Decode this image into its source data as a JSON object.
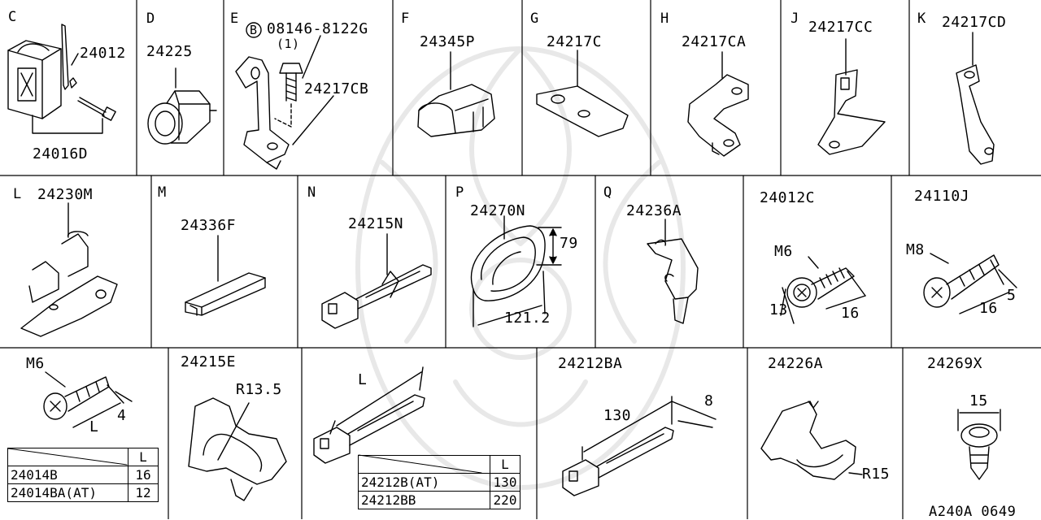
{
  "cells": {
    "C": {
      "letter": "C",
      "parts": [
        "24012",
        "24016D"
      ]
    },
    "D": {
      "letter": "D",
      "parts": [
        "24225"
      ]
    },
    "E": {
      "letter": "E",
      "bolt_symbol": "B",
      "bolt_part": "08146-8122G",
      "bolt_qty": "(1)",
      "parts": [
        "24217CB"
      ]
    },
    "F": {
      "letter": "F",
      "parts": [
        "24345P"
      ]
    },
    "G": {
      "letter": "G",
      "parts": [
        "24217C"
      ]
    },
    "H": {
      "letter": "H",
      "parts": [
        "24217CA"
      ]
    },
    "J": {
      "letter": "J",
      "parts": [
        "24217CC"
      ]
    },
    "K": {
      "letter": "K",
      "parts": [
        "24217CD"
      ]
    },
    "L": {
      "letter": "L",
      "parts": [
        "24230M"
      ]
    },
    "M": {
      "letter": "M",
      "parts": [
        "24336F"
      ]
    },
    "N": {
      "letter": "N",
      "parts": [
        "24215N"
      ]
    },
    "P": {
      "letter": "P",
      "parts": [
        "24270N"
      ],
      "dims": [
        "79",
        "121.2"
      ]
    },
    "Q": {
      "letter": "Q",
      "parts": [
        "24236A"
      ]
    },
    "R1": {
      "parts": [
        "24012C"
      ],
      "thread": "M6",
      "dims": [
        "13",
        "16"
      ]
    },
    "R2": {
      "parts": [
        "24110J"
      ],
      "thread": "M8",
      "dims": [
        "16",
        "5"
      ]
    },
    "S1": {
      "thread": "M6",
      "dims": [
        "L",
        "4"
      ],
      "table": {
        "header": "L",
        "rows": [
          [
            "24014B",
            "16"
          ],
          [
            "24014BA(AT)",
            "12"
          ]
        ]
      }
    },
    "S2": {
      "parts": [
        "24215E"
      ],
      "dims": [
        "R13.5"
      ]
    },
    "S3": {
      "dims": [
        "L"
      ],
      "table": {
        "header": "L",
        "rows": [
          [
            "24212B(AT)",
            "130"
          ],
          [
            "24212BB",
            "220"
          ]
        ]
      }
    },
    "S4": {
      "parts": [
        "24212BA"
      ],
      "dims": [
        "130",
        "8"
      ]
    },
    "S5": {
      "parts": [
        "24226A"
      ],
      "dims": [
        "R15"
      ]
    },
    "S6": {
      "parts": [
        "24269X"
      ],
      "dims": [
        "15"
      ]
    }
  },
  "diagram_code": "A240A 0649"
}
